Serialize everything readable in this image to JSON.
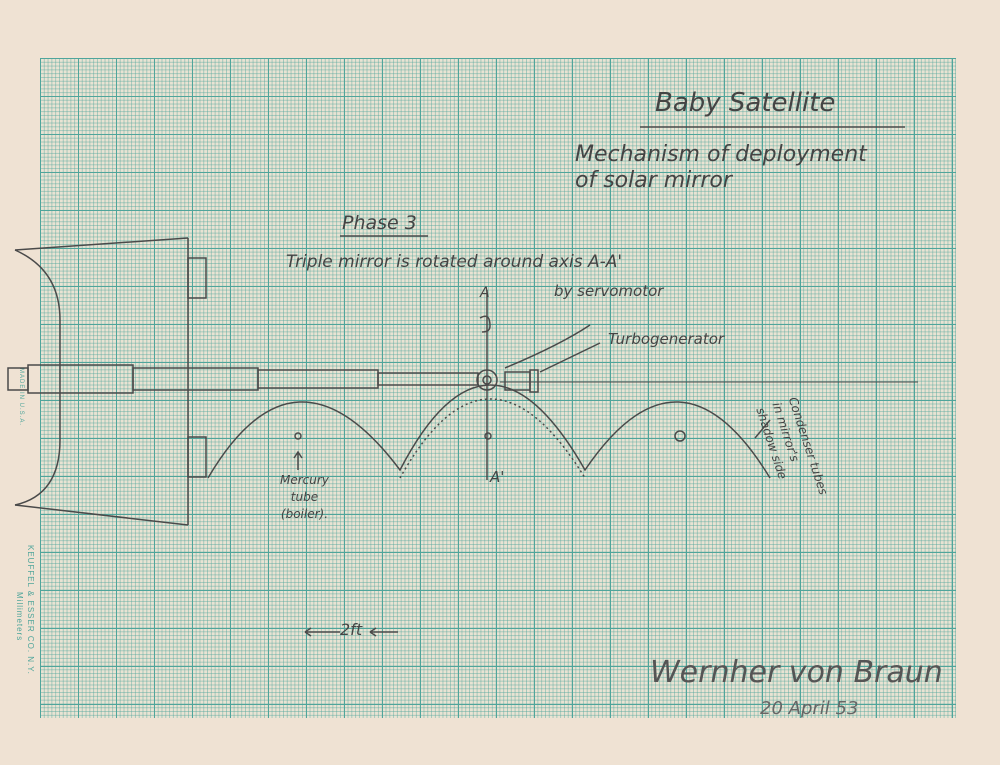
{
  "title": "Baby Satellite",
  "subtitle_line1": "Mechanism of deployment",
  "subtitle_line2": "of solar mirror",
  "phase": "Phase 3",
  "caption": "Triple mirror is rotated around axis A-A'",
  "by_servomotor": "by servomotor",
  "turbogenerator": "Turbogenerator",
  "axis_top": "A",
  "axis_bottom": "A'",
  "mercury_tube": [
    "Mercury",
    "tube",
    "(boiler)."
  ],
  "condenser": [
    "Condenser tubes",
    "in mirror's",
    "shadow side"
  ],
  "scale": "2ft",
  "signature": "Wernher von Braun",
  "date": "20 April 53",
  "margin": {
    "made_in": "MADE IN U.S.A.",
    "maker": "KEUFFEL & ESSER CO. N.Y.",
    "units": "Millimeters"
  },
  "colors": {
    "paper": "#efe2d3",
    "grid": "#4fa59b",
    "pencil": "#444444"
  }
}
